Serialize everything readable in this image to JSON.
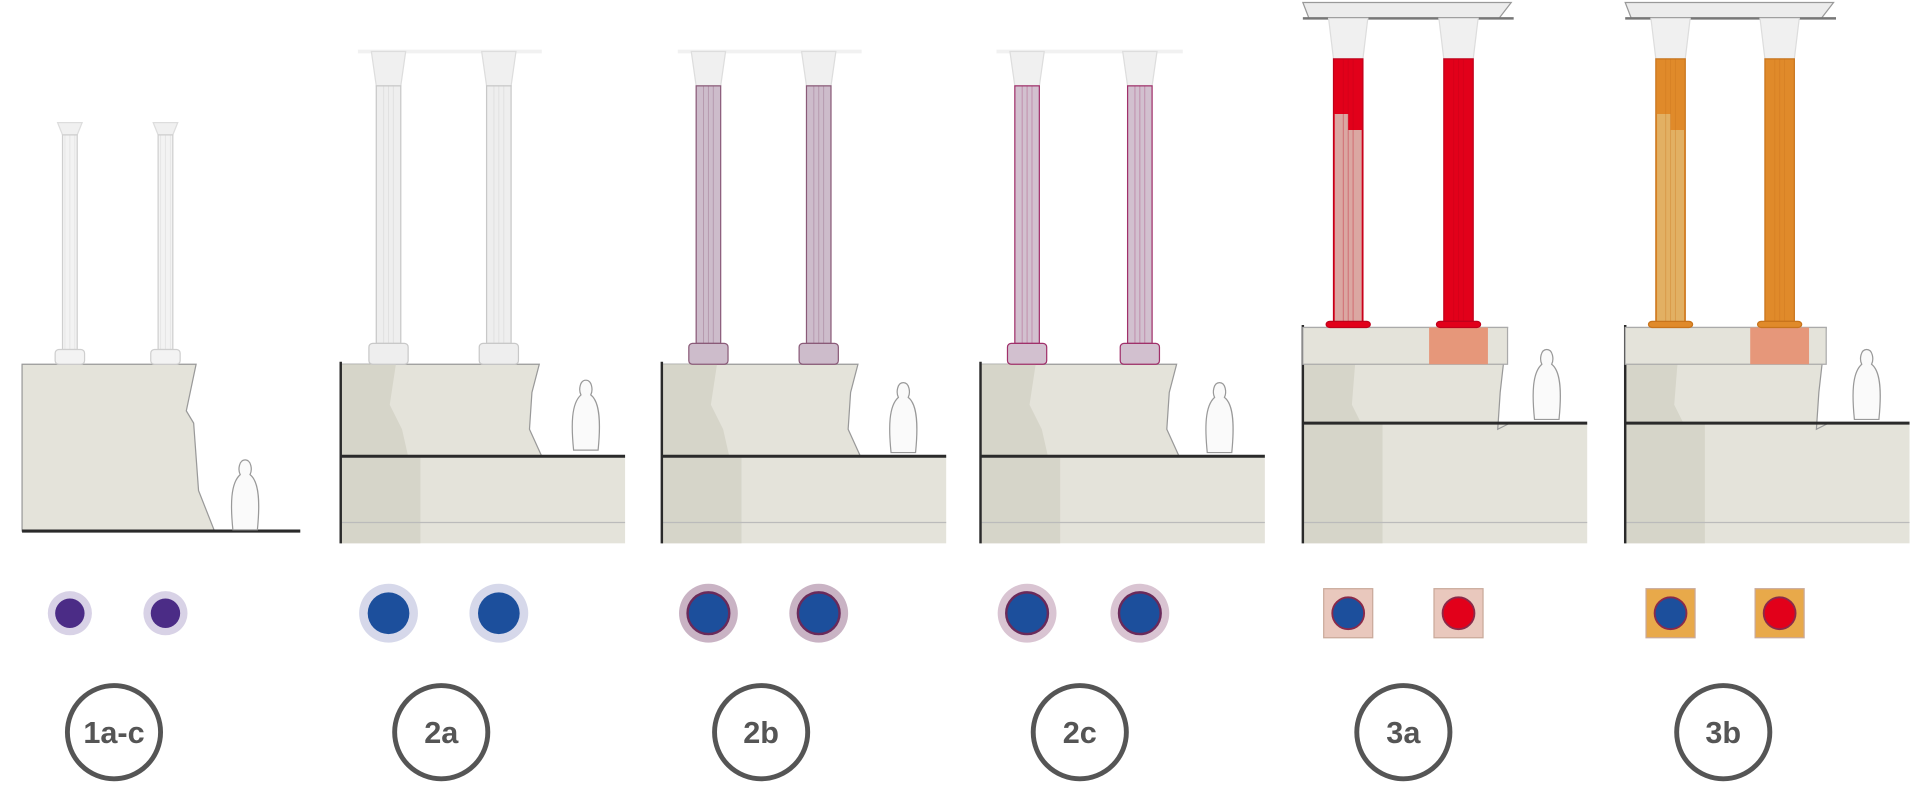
{
  "phases": [
    {
      "label": "1a-c",
      "shaft_color": "#f3f3f3",
      "shaft_edge": "#cfcfcf",
      "footprint_core": "#4b2c86",
      "footprint_ring": "#d8d2e6",
      "footprint_shape": "circle"
    },
    {
      "label": "2a",
      "shaft_color": "#eeeeee",
      "shaft_edge": "#c8c8c8",
      "footprint_core": "#1c4f9c",
      "footprint_ring": "#d6d8ea",
      "footprint_shape": "circle"
    },
    {
      "label": "2b",
      "shaft_color": "#cdbccb",
      "shaft_edge": "#8a5a78",
      "footprint_core": "#1c4f9c",
      "footprint_ring": "#c9b3c4",
      "footprint_shape": "circle"
    },
    {
      "label": "2c",
      "shaft_color": "#d2c0cf",
      "shaft_edge": "#a0306a",
      "footprint_core": "#1c4f9c",
      "footprint_ring": "#d9c4d2",
      "footprint_shape": "circle"
    },
    {
      "label": "3a",
      "shaft_color": "#e2001a",
      "shaft_edge": "#c0001a",
      "shaft_partial": "#dba7a2",
      "footprint_core": "#1c4f9c",
      "footprint_core_2": "#e2001a",
      "footprint_ring": "#e9c8bd",
      "footprint_shape": "square"
    },
    {
      "label": "3b",
      "shaft_color": "#e08a2a",
      "shaft_edge": "#c8741c",
      "shaft_partial": "#e2b063",
      "footprint_core": "#1c4f9c",
      "footprint_core_2": "#e2001a",
      "footprint_ring": "#e8a94a",
      "footprint_shape": "square"
    }
  ],
  "colors": {
    "wall": "#e4e3da",
    "wall_dark": "#d6d5c9",
    "line": "#2a2a2a",
    "plinth": "#e6977a",
    "label_ring": "#555555"
  }
}
